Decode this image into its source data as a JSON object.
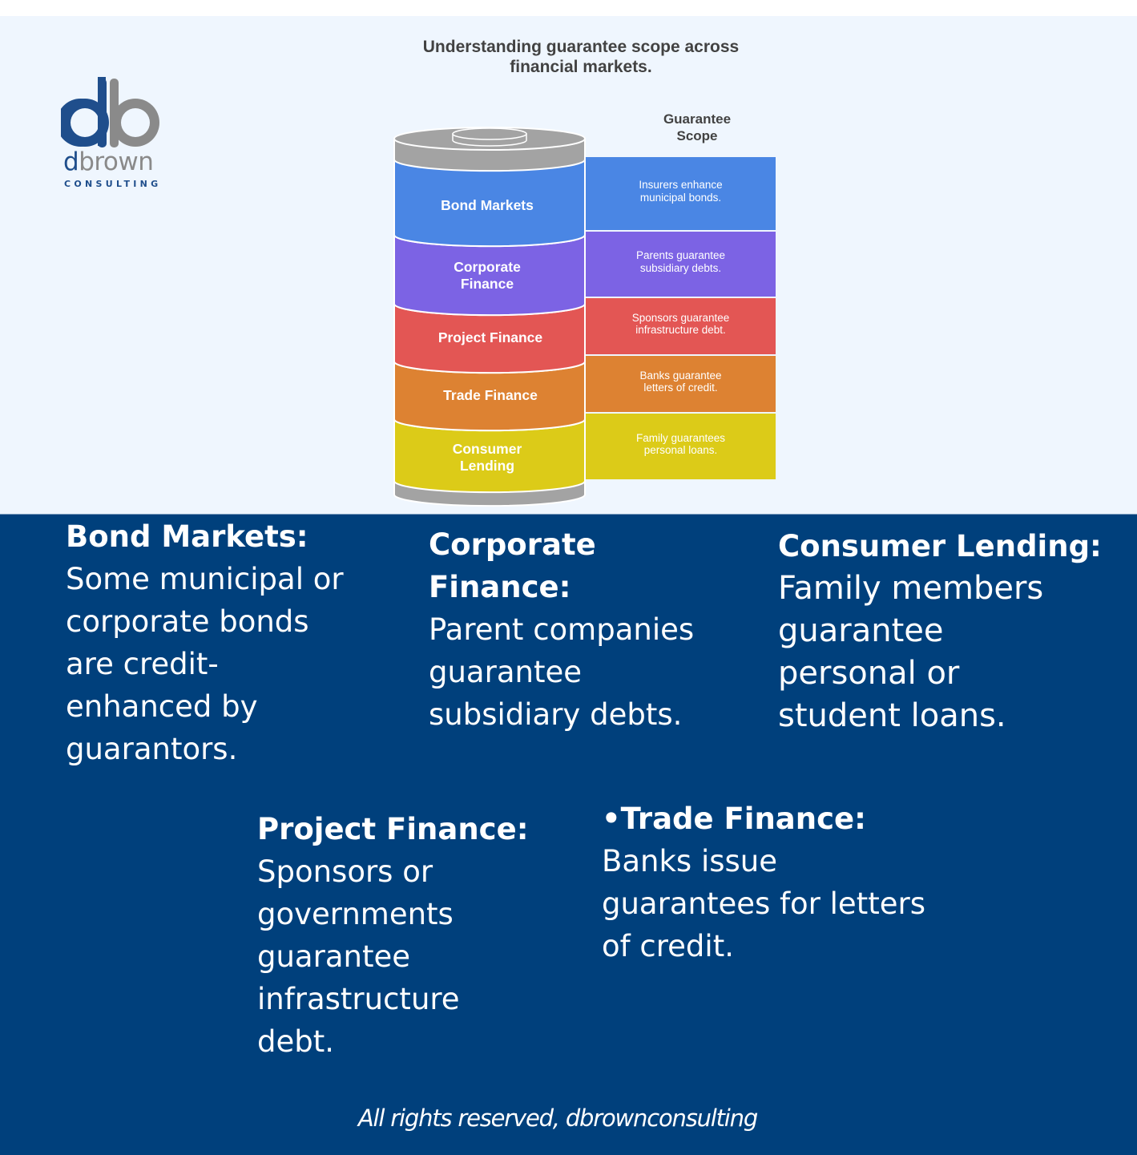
{
  "logo": {
    "monogram": "db",
    "word_first": "d",
    "word_rest": "brown",
    "subtitle": "CONSULTING"
  },
  "diagram": {
    "title_line1": "Understanding guarantee scope across",
    "title_line2": "financial markets.",
    "scope_heading_line1": "Guarantee",
    "scope_heading_line2": "Scope",
    "segments": [
      {
        "label_line1": "Bond Markets",
        "label_line2": "",
        "scope_line1": "Insurers enhance",
        "scope_line2": "municipal bonds.",
        "color": "#4a86e4"
      },
      {
        "label_line1": "Corporate",
        "label_line2": "Finance",
        "scope_line1": "Parents guarantee",
        "scope_line2": "subsidiary debts.",
        "color": "#7c63e4"
      },
      {
        "label_line1": "Project Finance",
        "label_line2": "",
        "scope_line1": "Sponsors guarantee",
        "scope_line2": "infrastructure debt.",
        "color": "#e35654"
      },
      {
        "label_line1": "Trade Finance",
        "label_line2": "",
        "scope_line1": "Banks guarantee",
        "scope_line2": "letters of credit.",
        "color": "#dd8232"
      },
      {
        "label_line1": "Consumer",
        "label_line2": "Lending",
        "scope_line1": "Family guarantees",
        "scope_line2": "personal loans.",
        "color": "#dccb18"
      }
    ],
    "cap_color": "#a3a3a3"
  },
  "details": {
    "bond": {
      "heading": "Bond Markets:",
      "lines": [
        "Some municipal or",
        "corporate bonds",
        "are credit-",
        "enhanced by",
        "guarantors."
      ]
    },
    "corporate": {
      "heading_lines": [
        "Corporate",
        "Finance:"
      ],
      "lines": [
        "Parent companies",
        "guarantee",
        "subsidiary debts."
      ]
    },
    "consumer": {
      "heading": "Consumer Lending:",
      "lines": [
        "Family members",
        "guarantee",
        "personal or",
        "student loans."
      ]
    },
    "project": {
      "heading": "Project Finance:",
      "lines": [
        "Sponsors or",
        "governments",
        "guarantee",
        "infrastructure",
        "debt."
      ]
    },
    "trade": {
      "heading": "•Trade Finance:",
      "lines": [
        "Banks issue",
        "guarantees for letters",
        "of credit."
      ]
    }
  },
  "footer": "All rights reserved, dbrownconsulting",
  "colors": {
    "top_background": "#eff6fe",
    "bottom_background": "#00407c",
    "logo_blue": "#1f4e8c",
    "logo_gray": "#8a8a8a"
  }
}
